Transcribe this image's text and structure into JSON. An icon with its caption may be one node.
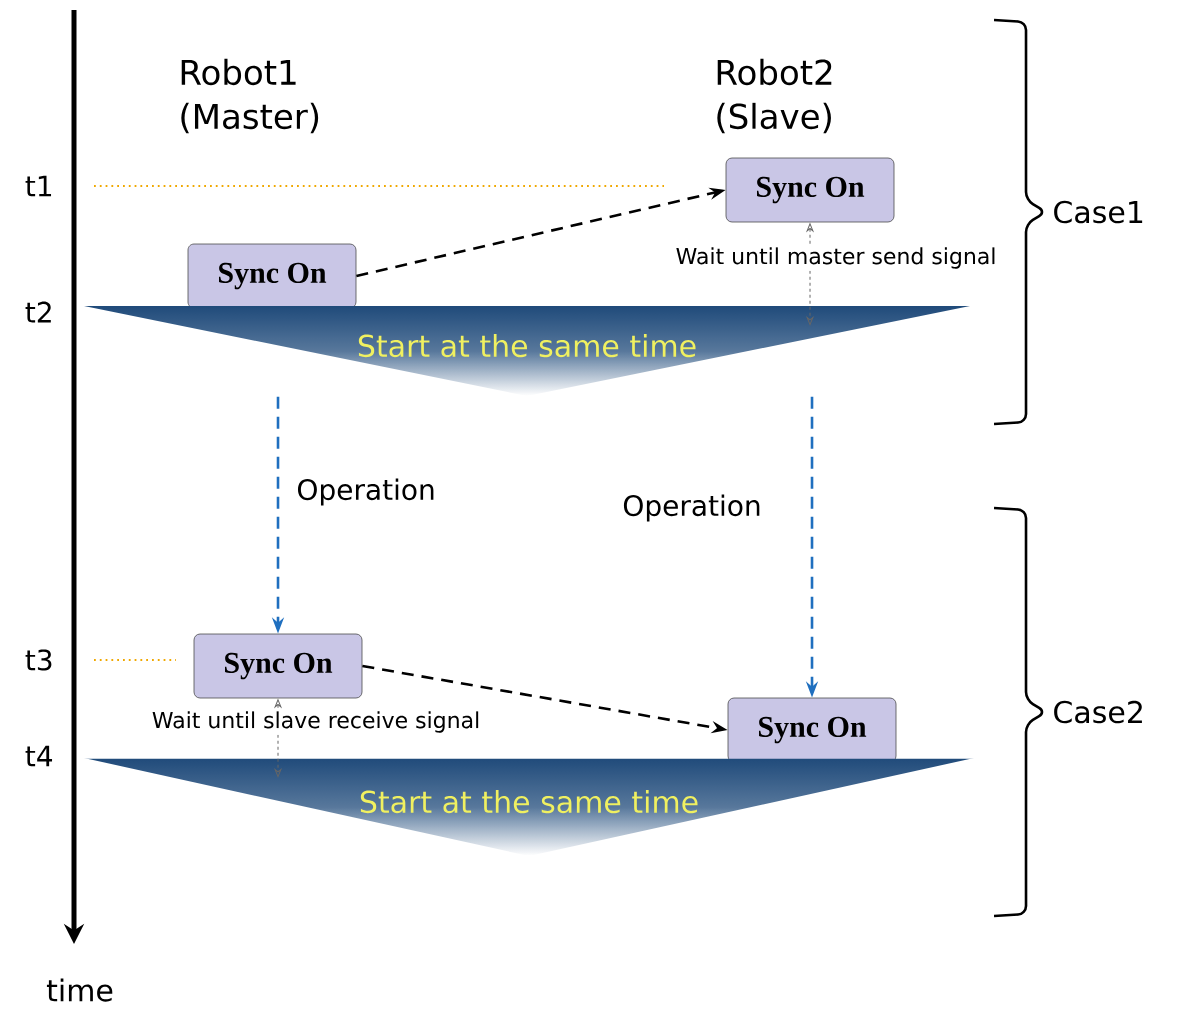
{
  "diagram": {
    "nodes": [
      {
        "text": [
          "Sync On"
        ]
      },
      {
        "text": [
          "Sync On"
        ]
      },
      {
        "text": [
          "Start at the same time"
        ]
      },
      {
        "text": [
          "Sync On"
        ]
      },
      {
        "text": [
          "Sync On"
        ]
      },
      {
        "text": [
          "Start at the same time"
        ]
      }
    ],
    "edges": [
      {
        "from": 1,
        "to": 0,
        "arrow": "to",
        "style": "dashed"
      },
      {
        "from": 0,
        "to": 2,
        "arrow": "both",
        "style": "dashed",
        "color": "#666666",
        "label": "Wait until master send signal"
      },
      {
        "from": 2,
        "to": 3,
        "arrow": "to",
        "style": "dashed",
        "color": "#1f6fbf",
        "label": "Operation"
      },
      {
        "from": 2,
        "to": 4,
        "arrow": "to",
        "style": "dashed",
        "color": "#1f6fbf",
        "label": "Operation"
      },
      {
        "from": 3,
        "to": 4,
        "arrow": "to",
        "style": "dashed"
      },
      {
        "from": 3,
        "to": 5,
        "arrow": "both",
        "style": "dashed",
        "color": "#666666",
        "label": "Wait until slave receive signal"
      }
    ],
    "labels": [
      "Robot1 (Master)",
      "Robot2 (Slave)",
      "Case1",
      "t1",
      "t2",
      "Case2",
      "t3",
      "t4",
      "time"
    ]
  }
}
